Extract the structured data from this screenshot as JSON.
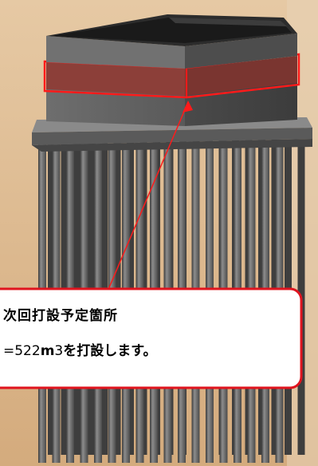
{
  "callout": {
    "line1": "次回打設予定箇所",
    "line2_prefix": "=522",
    "line2_unit": "m",
    "line2_exp": "3",
    "line2_suffix": "を打設します。"
  },
  "colors": {
    "background": "#d9b48a",
    "highlight_border": "#ff1a1a",
    "highlight_fill": "#8a3b35",
    "callout_border": "#e0141e",
    "callout_fill": "#ffffff"
  }
}
